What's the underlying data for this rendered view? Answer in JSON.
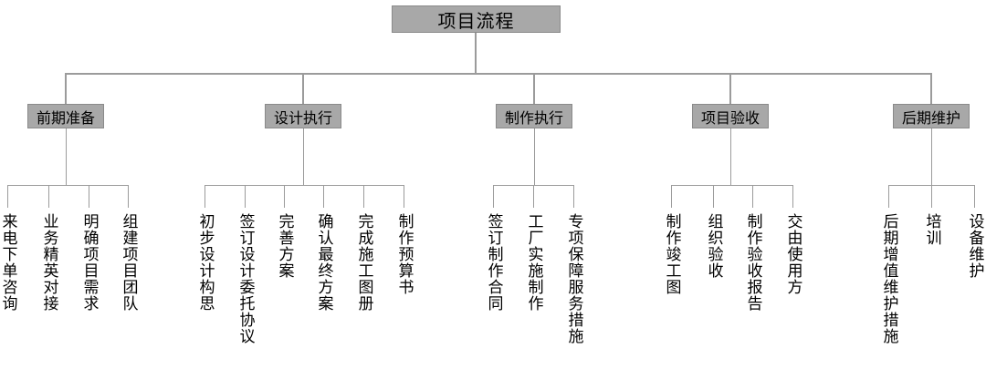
{
  "colors": {
    "node_fill": "#a8a8a8",
    "node_border": "#8a8a8a",
    "connector": "#9b9b9b",
    "text": "#000000"
  },
  "diagram": {
    "root": "项目流程",
    "groups": [
      {
        "label": "前期准备",
        "children": [
          "来电下单咨询",
          "业务精英对接",
          "明确项目需求",
          "组建项目团队"
        ]
      },
      {
        "label": "设计执行",
        "children": [
          "初步设计构思",
          "签订设计委托协议",
          "完善方案",
          "确认最终方案",
          "完成施工图册",
          "制作预算书"
        ]
      },
      {
        "label": "制作执行",
        "children": [
          "签订制作合同",
          "工厂实施制作",
          "专项保障服务措施"
        ]
      },
      {
        "label": "项目验收",
        "children": [
          "制作竣工图",
          "组织验收",
          "制作验收报告",
          "交由使用方"
        ]
      },
      {
        "label": "后期维护",
        "children": [
          "后期增值维护措施",
          "培训",
          "设备维护"
        ]
      }
    ]
  }
}
